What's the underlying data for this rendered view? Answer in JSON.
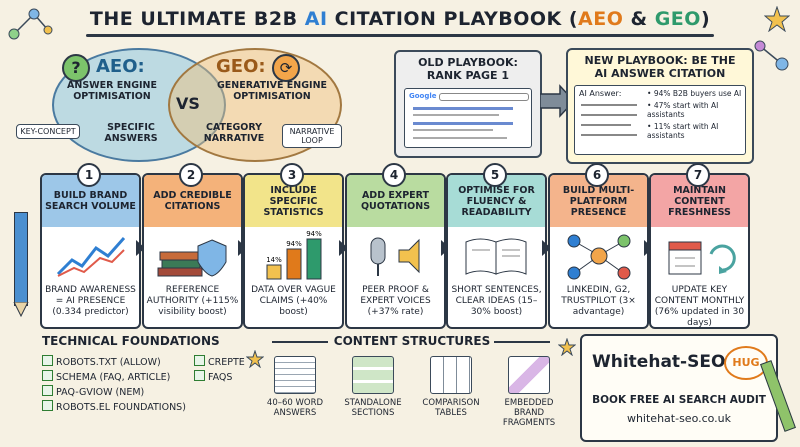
{
  "title": {
    "pre": "THE ULTIMATE B2B ",
    "ai": "AI",
    "mid": " CITATION PLAYBOOK (",
    "aeo": "AEO",
    "amp": " & ",
    "geo": "GEO",
    "post": ")"
  },
  "venn": {
    "aeo_label": "AEO:",
    "aeo_full": "ANSWER ENGINE OPTIMISATION",
    "aeo_focus": "SPECIFIC ANSWERS",
    "vs": "VS",
    "geo_label": "GEO:",
    "geo_full": "GENERATIVE ENGINE OPTIMISATION",
    "geo_focus": "CATEGORY NARRATIVE",
    "tag_left": "KEY-CONCEPT",
    "tag_right": "NARRATIVE LOOP"
  },
  "old_playbook": {
    "title": "OLD PLAYBOOK: RANK PAGE 1",
    "search": "Google"
  },
  "new_playbook": {
    "title": "NEW PLAYBOOK: BE THE AI ANSWER CITATION",
    "answer_label": "AI Answer:",
    "stats": [
      "94% B2B buyers use AI",
      "47% start with AI assistants",
      "11% start with AI assistants"
    ]
  },
  "steps": [
    {
      "num": "1",
      "title": "BUILD BRAND SEARCH VOLUME",
      "footer": "BRAND AWARENESS = AI PRESENCE (0.334 predictor)",
      "color": "#9dc7e8"
    },
    {
      "num": "2",
      "title": "ADD CREDIBLE CITATIONS",
      "footer": "REFERENCE AUTHORITY (+115% visibility boost)",
      "color": "#f4b27a"
    },
    {
      "num": "3",
      "title": "INCLUDE SPECIFIC STATISTICS",
      "footer": "DATA OVER VAGUE CLAIMS (+40% boost)",
      "color": "#f2e48a",
      "bar_labels": [
        "14%",
        "94%",
        "94%"
      ]
    },
    {
      "num": "4",
      "title": "ADD EXPERT QUOTATIONS",
      "footer": "PEER PROOF & EXPERT VOICES (+37% rate)",
      "color": "#b9dca0"
    },
    {
      "num": "5",
      "title": "OPTIMISE FOR FLUENCY & READABILITY",
      "footer": "SHORT SENTENCES, CLEAR IDEAS (15–30% boost)",
      "color": "#a7dcd6"
    },
    {
      "num": "6",
      "title": "BUILD MULTI-PLATFORM PRESENCE",
      "footer": "LINKEDIN, G2, TRUSTPILOT (3× advantage)",
      "color": "#f4b48c"
    },
    {
      "num": "7",
      "title": "MAINTAIN CONTENT FRESHNESS",
      "footer": "UPDATE KEY CONTENT MONTHLY (76% updated in 30 days)",
      "color": "#f3a5a5"
    }
  ],
  "tech": {
    "title": "TECHNICAL FOUNDATIONS",
    "col1": [
      "ROBOTS.TXT (ALLOW)",
      "SCHEMA (FAQ, ARTICLE)",
      "PAQ-GVIOW (NEM)",
      "ROBOTS.EL FOUNDATIONS)"
    ],
    "col2": [
      "CREPTE",
      "FAQS"
    ]
  },
  "content": {
    "title": "CONTENT STRUCTURES",
    "items": [
      "40–60 WORD ANSWERS",
      "STANDALONE SECTIONS",
      "COMPARISON TABLES",
      "EMBEDDED BRAND FRAGMENTS"
    ]
  },
  "cta": {
    "brand": "Whitehat-SEO",
    "logo": "HUG",
    "action": "BOOK FREE AI SEARCH AUDIT",
    "url": "whitehat-seo.co.uk"
  }
}
